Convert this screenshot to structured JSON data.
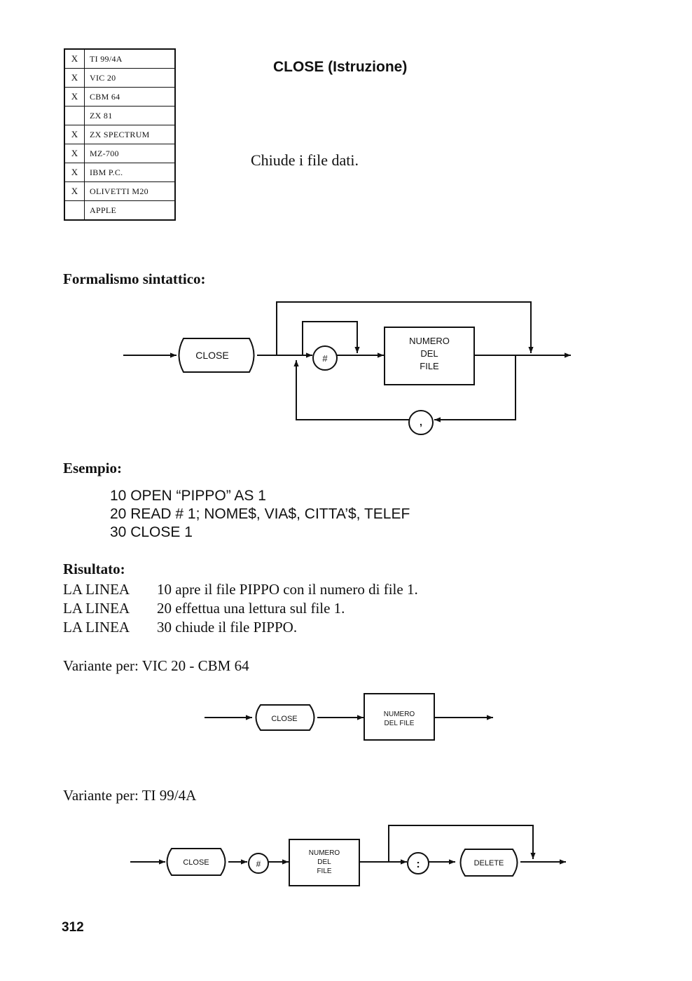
{
  "compatibility": [
    {
      "mark": "X",
      "name": "TI 99/4A"
    },
    {
      "mark": "X",
      "name": "VIC 20"
    },
    {
      "mark": "X",
      "name": "CBM 64"
    },
    {
      "mark": "",
      "name": "ZX 81"
    },
    {
      "mark": "X",
      "name": "ZX SPECTRUM"
    },
    {
      "mark": "X",
      "name": "MZ-700"
    },
    {
      "mark": "X",
      "name": "IBM P.C."
    },
    {
      "mark": "X",
      "name": "OLIVETTI M20"
    },
    {
      "mark": "",
      "name": "APPLE"
    }
  ],
  "title": "CLOSE (Istruzione)",
  "description": "Chiude i file dati.",
  "syntax_heading": "Formalismo sintattico:",
  "main_diagram": {
    "close": "CLOSE",
    "hash": "#",
    "number_lines": [
      "NUMERO",
      "DEL",
      "FILE"
    ],
    "comma": ","
  },
  "example_heading": "Esempio:",
  "example_lines": [
    "10 OPEN “PIPPO” AS 1",
    "20 READ # 1; NOME$, VIA$, CITTA’$, TELEF",
    "30 CLOSE 1"
  ],
  "result_heading": "Risultato:",
  "result_lines": [
    {
      "label": "LA LINEA",
      "text": "10 apre il file PIPPO con il numero di file 1."
    },
    {
      "label": "LA LINEA",
      "text": "20 effettua una lettura sul file 1."
    },
    {
      "label": "LA LINEA",
      "text": "30 chiude il file PIPPO."
    }
  ],
  "variant1_label": "Variante per: VIC 20 - CBM 64",
  "variant1_diagram": {
    "close": "CLOSE",
    "number_lines": [
      "NUMERO",
      "DEL FILE"
    ]
  },
  "variant2_label": "Variante per: TI 99/4A",
  "variant2_diagram": {
    "close": "CLOSE",
    "hash": "#",
    "number_lines": [
      "NUMERO",
      "DEL",
      "FILE"
    ],
    "colon": ":",
    "delete": "DELETE"
  },
  "page_number": "312"
}
